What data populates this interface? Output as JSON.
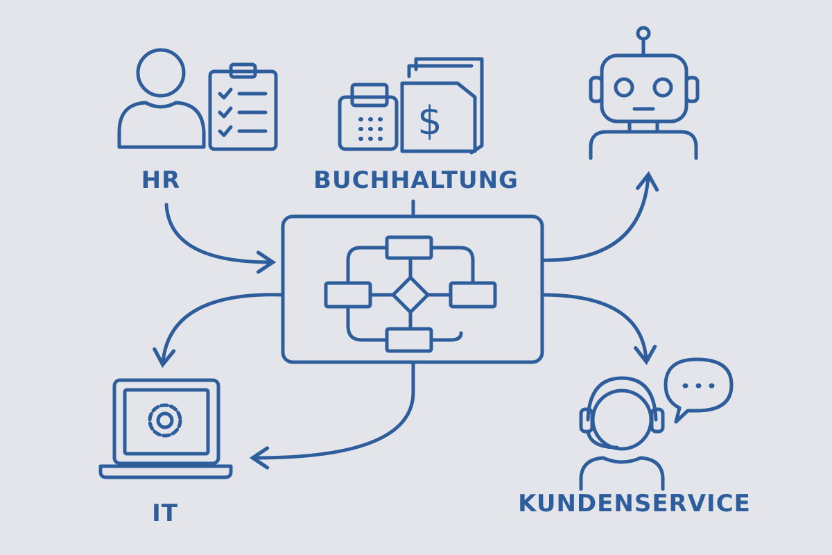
{
  "colors": {
    "stroke": "#2d5d9b",
    "background": "#e3e5ea"
  },
  "nodes": {
    "hr": {
      "label": "HR",
      "icons": [
        "person-icon",
        "clipboard-checklist-icon"
      ]
    },
    "accounting": {
      "label": "BUCHHALTUNG",
      "icons": [
        "calculator-icon",
        "dollar-folder-icon"
      ]
    },
    "bot": {
      "icons": [
        "robot-icon"
      ]
    },
    "it": {
      "label": "IT",
      "icons": [
        "laptop-gear-icon"
      ]
    },
    "support": {
      "label": "KUNDENSERVICE",
      "icons": [
        "headset-agent-icon",
        "speech-bubble-icon"
      ]
    },
    "center": {
      "icons": [
        "flowchart-icon"
      ]
    }
  }
}
